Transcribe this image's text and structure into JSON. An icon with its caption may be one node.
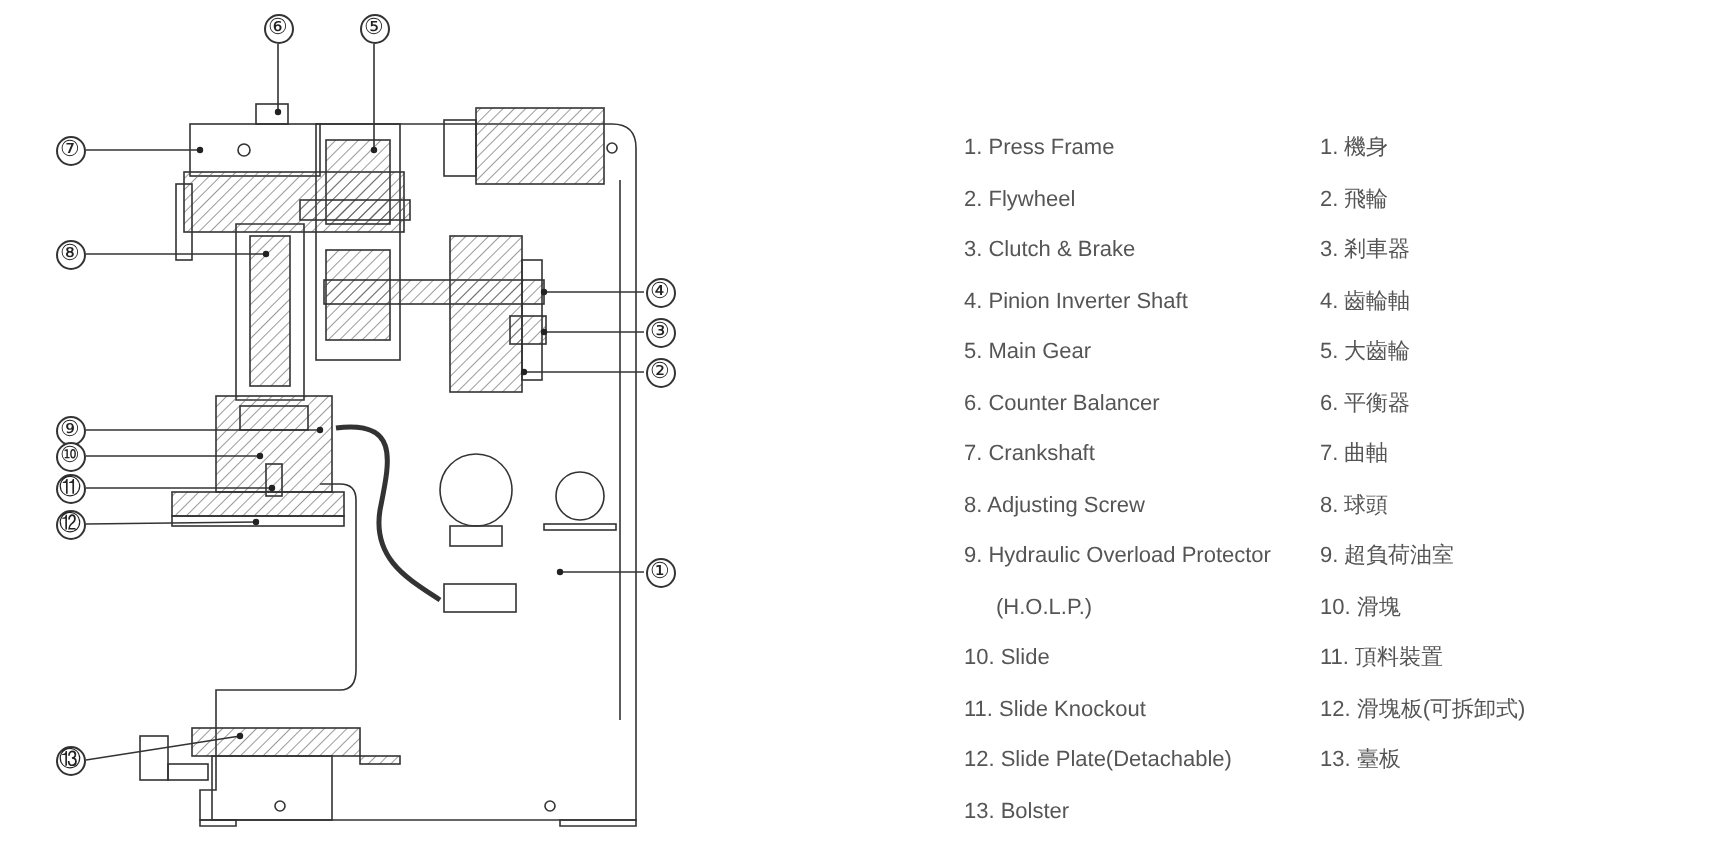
{
  "diagram": {
    "nodes": [
      {
        "text": [
          "①"
        ]
      },
      {
        "text": [
          "②"
        ]
      },
      {
        "text": [
          "③"
        ]
      },
      {
        "text": [
          "④"
        ]
      },
      {
        "text": [
          "⑤"
        ]
      },
      {
        "text": [
          "⑥"
        ]
      },
      {
        "text": [
          "⑦"
        ]
      },
      {
        "text": [
          "⑧"
        ]
      },
      {
        "text": [
          "⑨"
        ]
      },
      {
        "text": [
          "⑩"
        ]
      },
      {
        "text": [
          "⑪"
        ]
      },
      {
        "text": [
          "⑫"
        ]
      },
      {
        "text": [
          "⑬"
        ]
      }
    ],
    "edges": [
      {
        "from": 0,
        "to": null,
        "arrow": "other"
      },
      {
        "from": 1,
        "to": null,
        "arrow": "other"
      },
      {
        "from": 2,
        "to": null,
        "arrow": "other"
      },
      {
        "from": 3,
        "to": null,
        "arrow": "other"
      },
      {
        "from": 4,
        "to": null,
        "arrow": "other"
      },
      {
        "from": 5,
        "to": null,
        "arrow": "other"
      },
      {
        "from": 6,
        "to": null,
        "arrow": "other"
      },
      {
        "from": 7,
        "to": null,
        "arrow": "other"
      },
      {
        "from": 8,
        "to": null,
        "arrow": "other"
      },
      {
        "from": 9,
        "to": null,
        "arrow": "other"
      },
      {
        "from": 10,
        "to": null,
        "arrow": "other"
      },
      {
        "from": 11,
        "to": null,
        "arrow": "other"
      },
      {
        "from": 12,
        "to": null,
        "arrow": "other"
      }
    ],
    "labels": [
      "1. Press Frame",
      "2. Flywheel",
      "3. Clutch & Brake",
      "4. Pinion Inverter Shaft",
      "5. Main Gear",
      "6. Counter Balancer",
      "7. Crankshaft",
      "8. Adjusting Screw",
      "9. Hydraulic Overload Protector (H.O.L.P.)",
      "10. Slide",
      "11. Slide Knockout",
      "12. Slide Plate(Detachable)",
      "13. Bolster",
      "1. 機身",
      "2. 飛輪",
      "3. 剎車器",
      "4. 齒輪軸",
      "5. 大齒輪",
      "6. 平衡器",
      "7. 曲軸",
      "8. 球頭",
      "9. 超負荷油室",
      "10. 滑塊",
      "11. 頂料裝置",
      "12. 滑塊板(可拆卸式)",
      "13. 臺板"
    ]
  }
}
